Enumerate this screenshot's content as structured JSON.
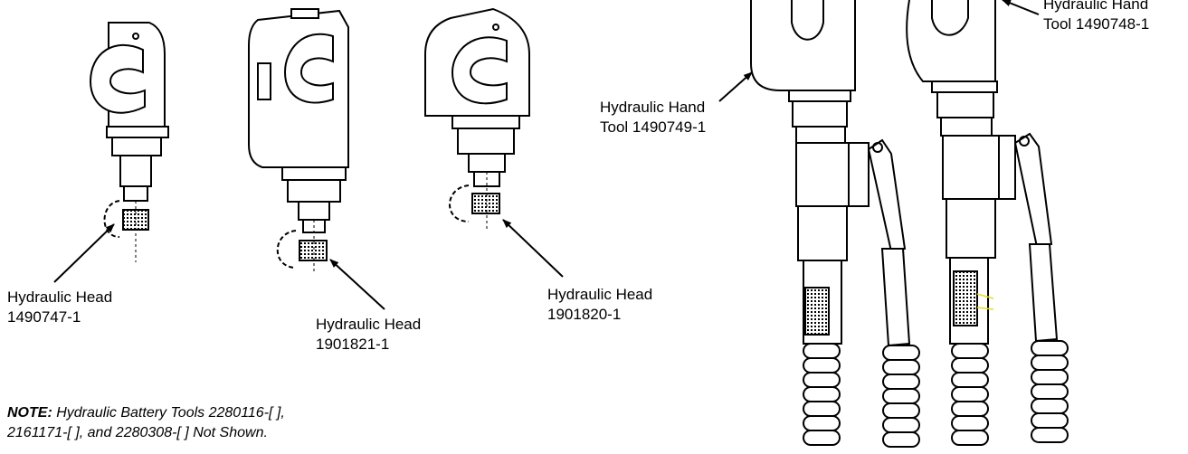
{
  "labels": {
    "head_1490747": {
      "line1": "Hydraulic Head",
      "line2": "1490747-1"
    },
    "head_1901821": {
      "line1": "Hydraulic Head",
      "line2": "1901821-1"
    },
    "head_1901820": {
      "line1": "Hydraulic Head",
      "line2": "1901820-1"
    },
    "tool_1490749": {
      "line1": "Hydraulic Hand",
      "line2": "Tool 1490749-1"
    },
    "tool_1490748": {
      "line1": "Hydraulic Hand",
      "line2": "Tool 1490748-1"
    }
  },
  "note": {
    "prefix": "NOTE:",
    "line1": " Hydraulic Battery Tools 2280116-[ ],",
    "line2": "2161171-[ ], and 2280308-[ ] Not Shown."
  }
}
